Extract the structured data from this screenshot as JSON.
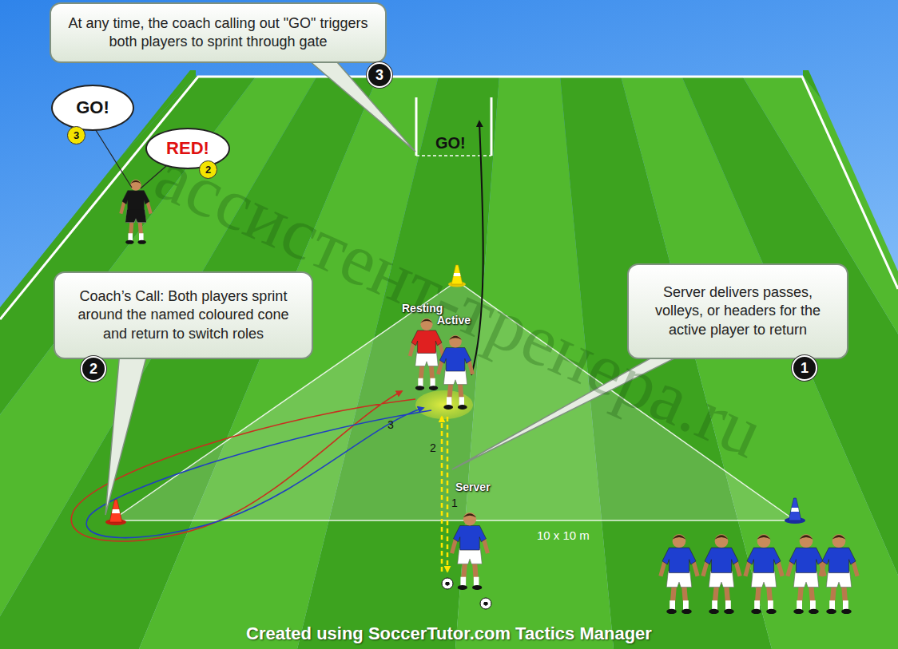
{
  "diagram": {
    "caption": "Created using SoccerTutor.com Tactics Manager",
    "nodes": [
      {
        "text": [
          "At any time, the coach calling out \"GO\" triggers both players to sprint through gate"
        ]
      },
      {
        "text": [
          "3"
        ]
      },
      {
        "text": [
          "GO!"
        ]
      },
      {
        "text": [
          "3"
        ]
      },
      {
        "text": [
          "RED!"
        ]
      },
      {
        "text": [
          "2"
        ]
      },
      {
        "text": [
          "Coach’s Call: Both players sprint around the named coloured cone and return to switch roles"
        ]
      },
      {
        "text": [
          "2"
        ]
      },
      {
        "text": [
          "Server delivers passes, volleys, or headers for the active player to return"
        ]
      },
      {
        "text": [
          "1"
        ]
      }
    ],
    "labels": [
      "GO!",
      "Resting",
      "Active",
      "3",
      "2",
      "1",
      "Server",
      "10 x 10 m",
      "ассистент-тренера.ru"
    ]
  }
}
